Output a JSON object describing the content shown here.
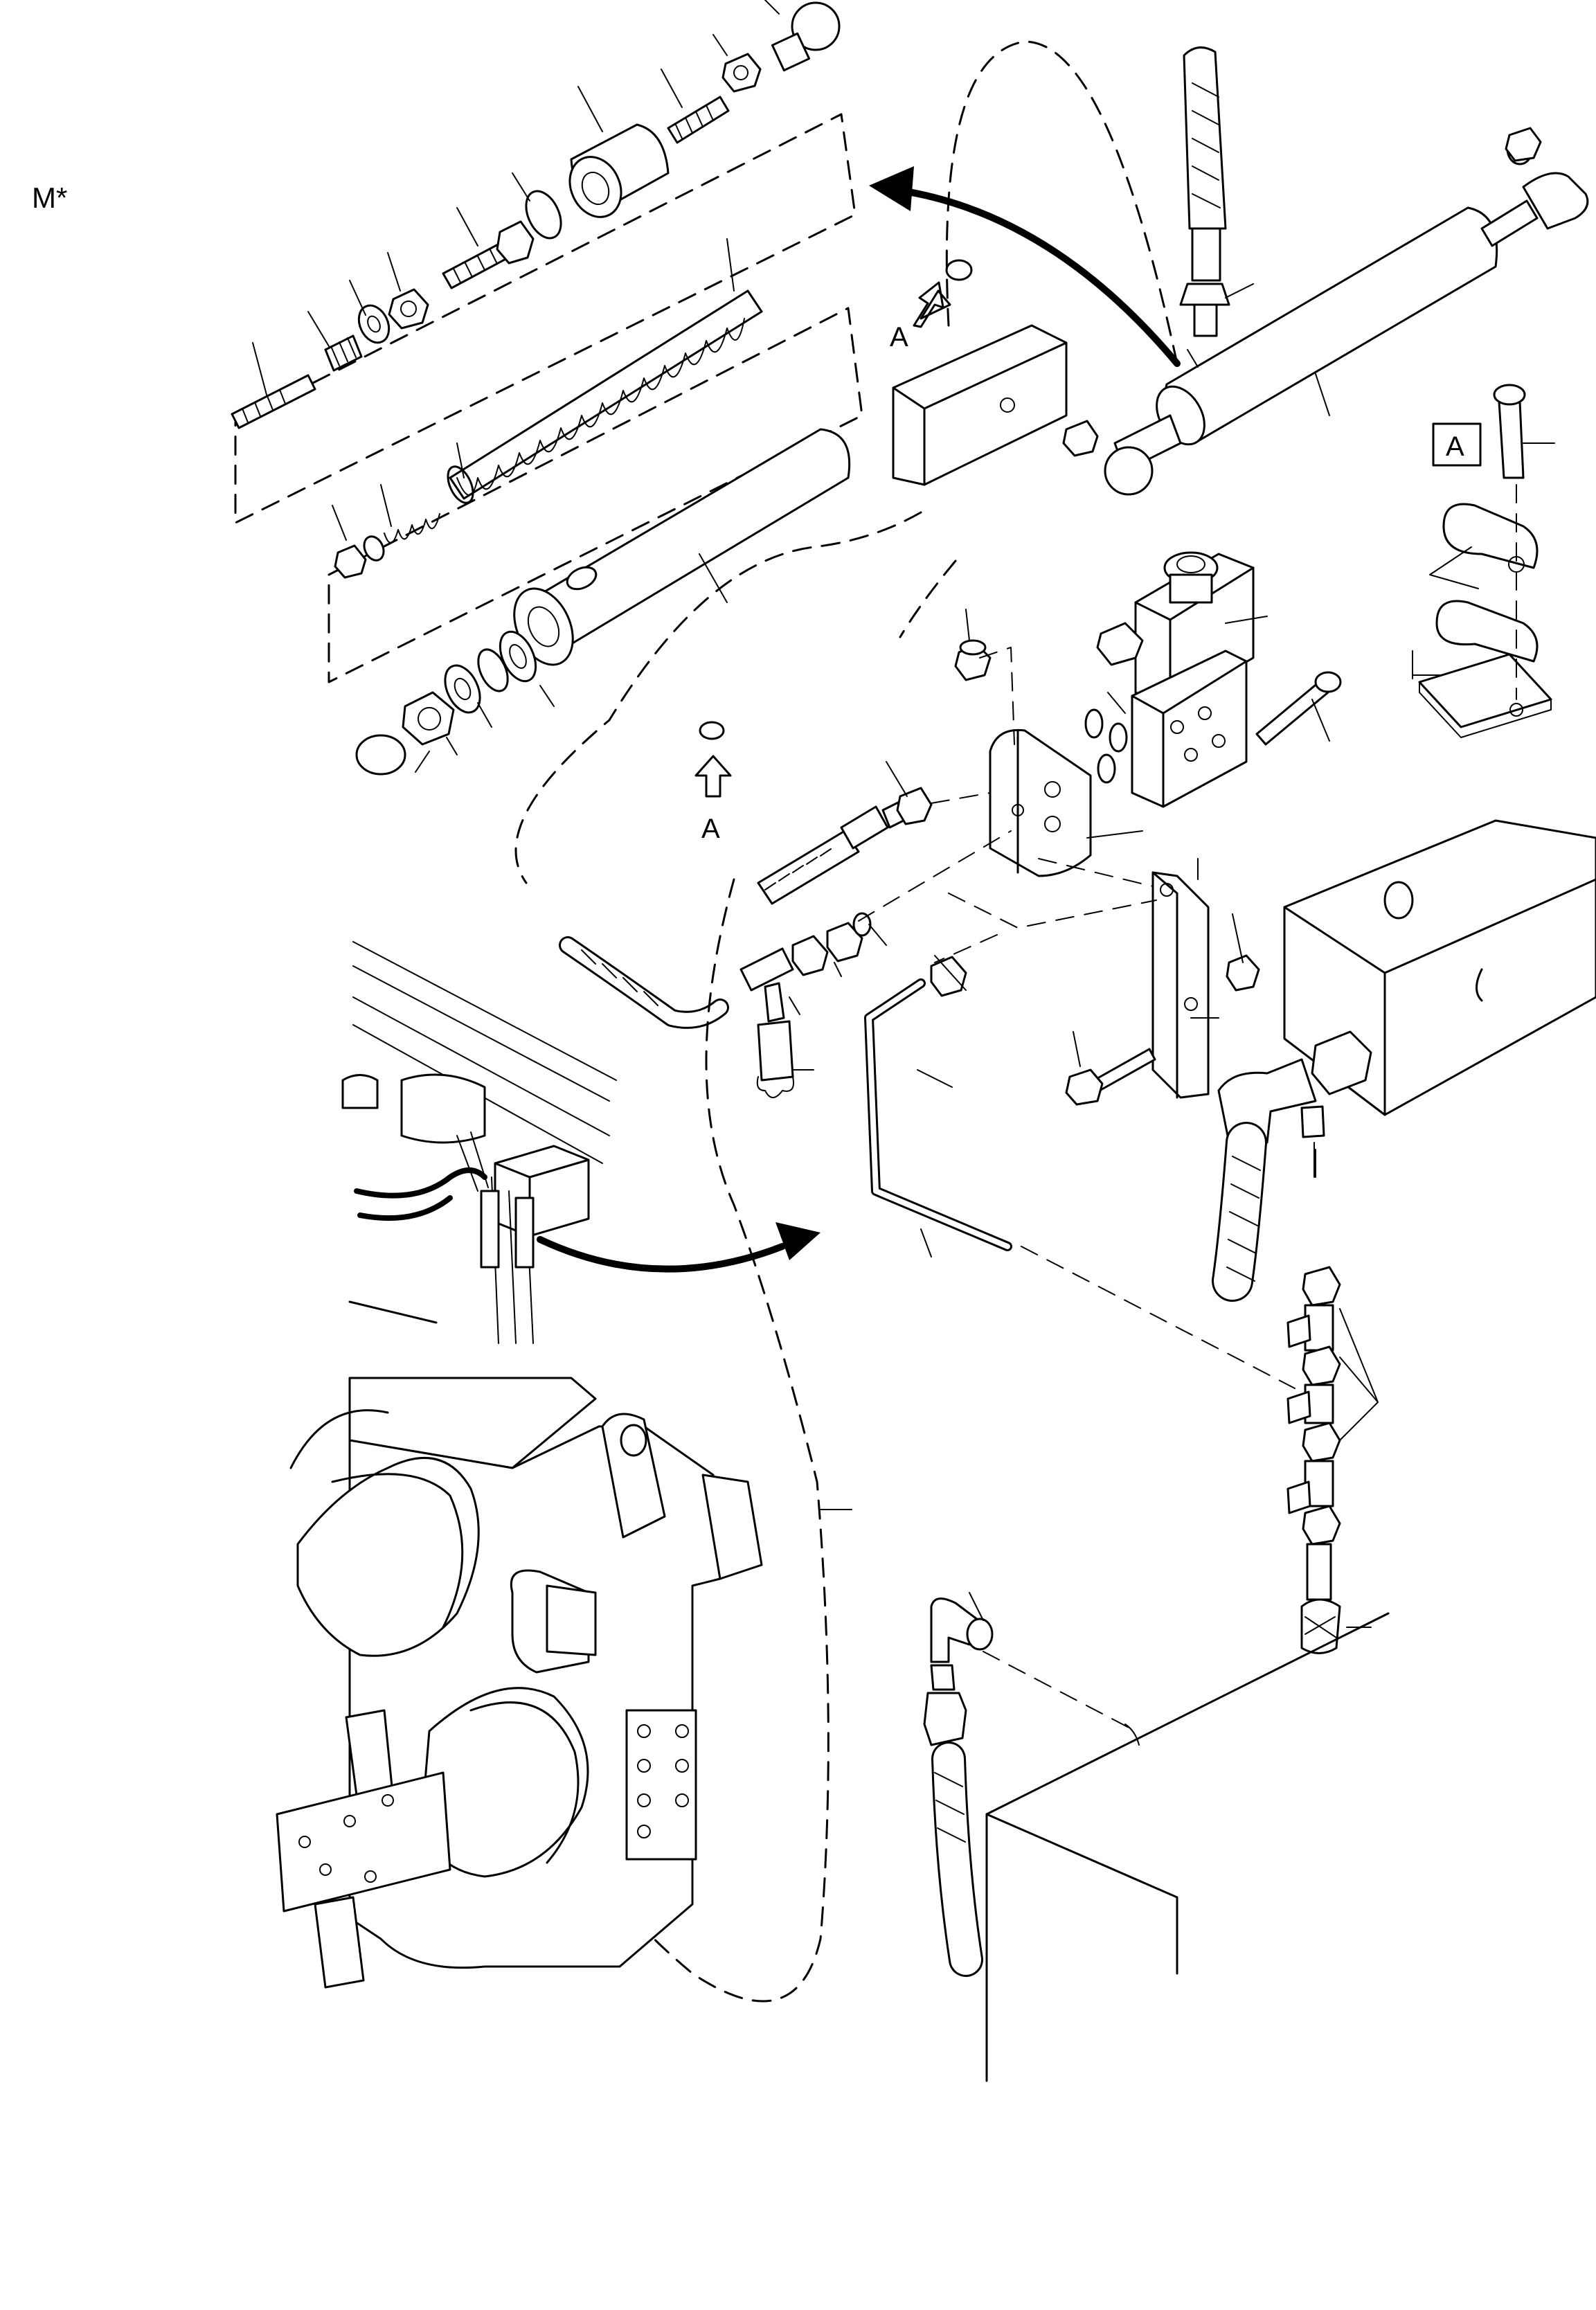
{
  "page_code": "M*",
  "view_markers": [
    "A",
    "A"
  ],
  "detail_box_label": "A",
  "colors": {
    "line": "#000000",
    "background": "#ffffff"
  }
}
